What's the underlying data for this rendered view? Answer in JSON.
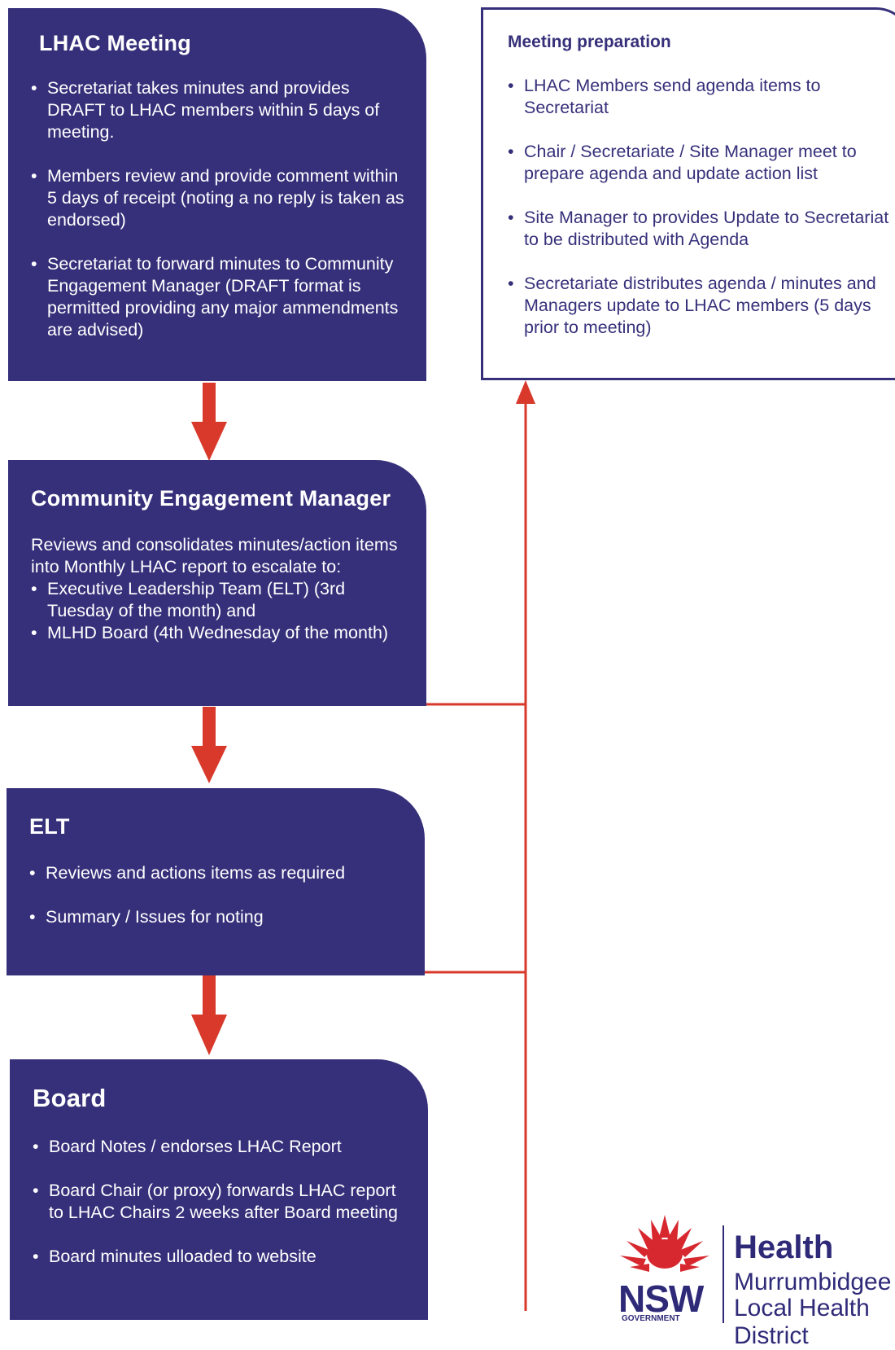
{
  "lhac_meeting": {
    "title": "LHAC Meeting",
    "items": [
      "Secretariat takes minutes and provides DRAFT to LHAC members within 5 days of meeting.",
      "Members review and provide comment within 5 days of receipt (noting a no reply is taken as endorsed)",
      "Secretariat to forward minutes to Community Engagement Manager (DRAFT format is permitted providing any major ammendments are advised)"
    ]
  },
  "meeting_preparation": {
    "title": "Meeting preparation",
    "items": [
      "LHAC Members send agenda items to Secretariat",
      "Chair / Secretariate / Site Manager meet to prepare agenda and update action list",
      "Site Manager to provides Update to Secretariat to be distributed with Agenda",
      "Secretariate distributes agenda / minutes and Managers update to LHAC members (5 days prior to meeting)"
    ]
  },
  "community_engagement_manager": {
    "title": "Community Engagement Manager",
    "intro": "Reviews and consolidates minutes/action items into Monthly LHAC report to escalate to:",
    "items": [
      "Executive Leadership Team (ELT) (3rd Tuesday of the month) and",
      "MLHD Board (4th Wednesday of the month)"
    ]
  },
  "elt": {
    "title": "ELT",
    "items": [
      "Reviews and actions items as required",
      "Summary / Issues for noting"
    ]
  },
  "board": {
    "title": "Board",
    "items": [
      "Board Notes / endorses LHAC Report",
      "Board Chair (or proxy) forwards LHAC report to LHAC Chairs 2 weeks after Board meeting",
      "Board minutes ulloaded to website"
    ]
  },
  "logo": {
    "brand": "NSW",
    "government": "GOVERNMENT",
    "health": "Health",
    "district_line1": "Murrumbidgee",
    "district_line2": "Local Health District",
    "flower_icon": "waratah-icon"
  },
  "colors": {
    "box_fill": "#36307a",
    "arrow": "#d8392b",
    "connector": "#d8392b",
    "logo_red": "#d7282f"
  }
}
